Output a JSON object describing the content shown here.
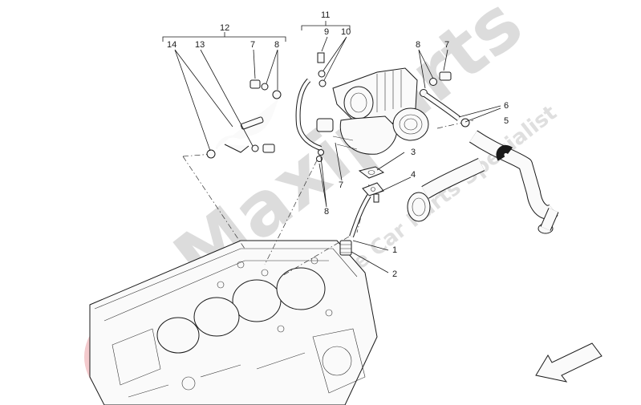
{
  "watermark": {
    "brand": "Maxiparts",
    "tagline": "Exclusive Car Parts Specialist"
  },
  "callouts": {
    "n1": "1",
    "n2": "2",
    "n3": "3",
    "n4": "4",
    "n5": "5",
    "n6": "6",
    "n7a": "7",
    "n7b": "7",
    "n7c": "7",
    "n8a": "8",
    "n8b": "8",
    "n8c": "8",
    "n9": "9",
    "n10": "10",
    "n11": "11",
    "n12": "12",
    "n13": "13",
    "n14": "14"
  },
  "colors": {
    "line": "#1a1a1a",
    "watermark": "#d7d7d7",
    "logo_red": "#e0606a"
  }
}
